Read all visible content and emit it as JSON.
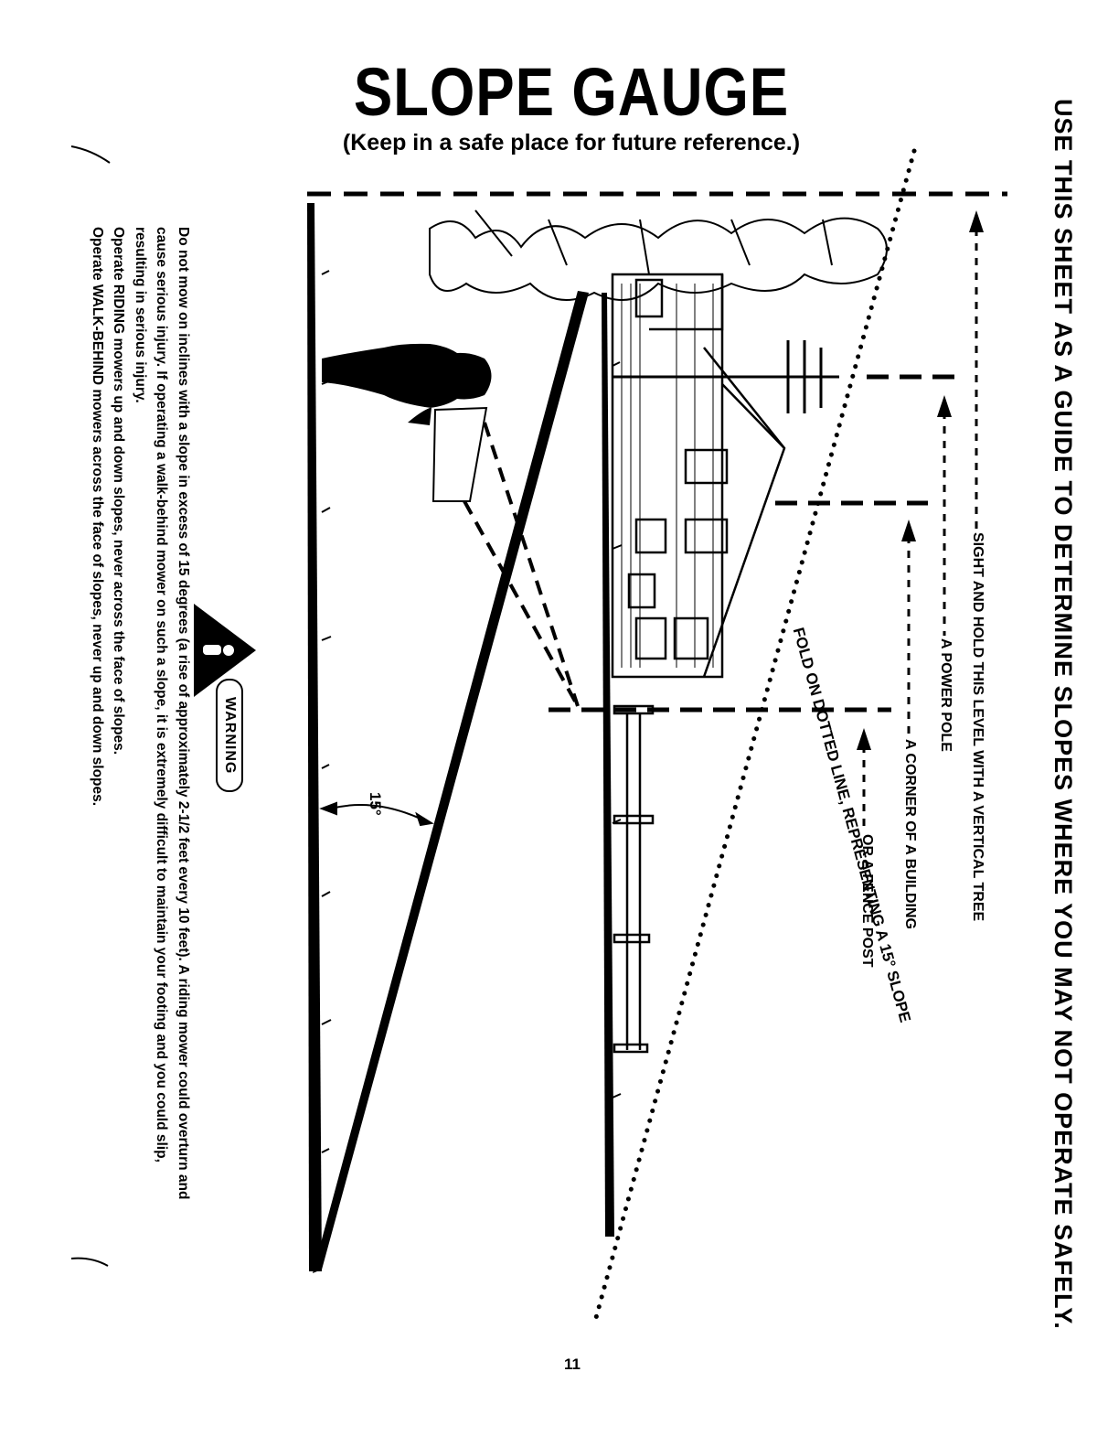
{
  "header": {
    "title": "SLOPE GAUGE",
    "subtitle": "(Keep in a safe place for future reference.)"
  },
  "side_heading": "USE THIS SHEET AS A GUIDE TO DETERMINE SLOPES WHERE YOU MAY NOT OPERATE SAFELY.",
  "sight_labels": {
    "tree": "SIGHT AND HOLD THIS LEVEL WITH A VERTICAL TREE",
    "pole": "A POWER POLE",
    "building": "A CORNER OF A BUILDING",
    "fence": "OR A FENCE POST"
  },
  "fold_label": "FOLD ON DOTTED LINE, REPRESENTING A 15° SLOPE",
  "angle_label": "15°",
  "warning": {
    "label": "WARNING",
    "paragraph": "Do not mow on inclines with a slope in excess of 15 degrees (a rise of approximately 2-1/2 feet every 10 feet). A riding mower could overturn and cause serious injury. If operating a walk-behind mower on such a slope, it is extremely difficult to maintain your footing and you could slip, resulting in serious injury.",
    "rule_riding": "Operate RIDING mowers up and down slopes, never across the face of slopes.",
    "rule_walk": "Operate WALK-BEHIND mowers across the face of slopes, never up and down slopes."
  },
  "page_number": "11"
}
